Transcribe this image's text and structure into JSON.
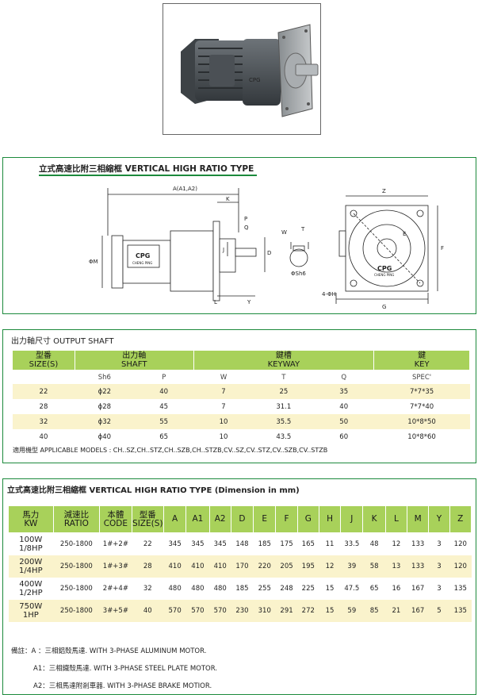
{
  "photo": {
    "brand_marking": "CPG"
  },
  "drawing": {
    "title": "立式高速比附三相縮框 VERTICAL HIGH RATIO TYPE",
    "labels": {
      "a": "A(A1,A2)",
      "k": "K",
      "p": "P",
      "q": "Q",
      "m": "ΦM",
      "j": "J",
      "d": "D",
      "l": "L",
      "y": "Y",
      "w": "W",
      "t": "T",
      "sh6": "ΦSh6",
      "z": "Z",
      "e": "E",
      "f": "F",
      "h": "4-ΦH",
      "g": "G",
      "logo": "CPG",
      "logo_sub": "CHENG PING"
    }
  },
  "shaft": {
    "title": "出力軸尺寸  OUTPUT SHAFT",
    "headers": {
      "size_zh": "型番",
      "size_en": "SIZE(S)",
      "shaft_zh": "出力軸",
      "shaft_en": "SHAFT",
      "keyway_zh": "鍵槽",
      "keyway_en": "KEYWAY",
      "key_zh": "鍵",
      "key_en": "KEY"
    },
    "subheaders": [
      "Sh6",
      "P",
      "W",
      "T",
      "Q",
      "SPEC'"
    ],
    "rows": [
      [
        "22",
        "ϕ22",
        "40",
        "7",
        "25",
        "35",
        "7*7*35"
      ],
      [
        "28",
        "ϕ28",
        "45",
        "7",
        "31.1",
        "40",
        "7*7*40"
      ],
      [
        "32",
        "ϕ32",
        "55",
        "10",
        "35.5",
        "50",
        "10*8*50"
      ],
      [
        "40",
        "ϕ40",
        "65",
        "10",
        "43.5",
        "60",
        "10*8*60"
      ]
    ],
    "applicable": "適用機型 APPLICABLE MODELS : CH..SZ,CH..STZ,CH..SZB,CH..STZB,CV..SZ,CV..STZ,CV..SZB,CV..STZB"
  },
  "dims": {
    "title": "立式高速比附三相縮框 VERTICAL HIGH RATIO TYPE (Dimension in mm)",
    "headers": [
      {
        "zh": "馬力",
        "en": "KW"
      },
      {
        "zh": "減速比",
        "en": "RATIO"
      },
      {
        "zh": "本體",
        "en": "CODE"
      },
      {
        "zh": "型番",
        "en": "SIZE(S)"
      },
      {
        "zh": "A",
        "en": ""
      },
      {
        "zh": "A1",
        "en": ""
      },
      {
        "zh": "A2",
        "en": ""
      },
      {
        "zh": "D",
        "en": ""
      },
      {
        "zh": "E",
        "en": ""
      },
      {
        "zh": "F",
        "en": ""
      },
      {
        "zh": "G",
        "en": ""
      },
      {
        "zh": "H",
        "en": ""
      },
      {
        "zh": "J",
        "en": ""
      },
      {
        "zh": "K",
        "en": ""
      },
      {
        "zh": "L",
        "en": ""
      },
      {
        "zh": "M",
        "en": ""
      },
      {
        "zh": "Y",
        "en": ""
      },
      {
        "zh": "Z",
        "en": ""
      }
    ],
    "rows": [
      {
        "kw": "100W",
        "hp": "1/8HP",
        "cells": [
          "250-1800",
          "1#+2#",
          "22",
          "345",
          "345",
          "345",
          "148",
          "185",
          "175",
          "165",
          "11",
          "33.5",
          "48",
          "12",
          "133",
          "3",
          "120"
        ]
      },
      {
        "kw": "200W",
        "hp": "1/4HP",
        "cells": [
          "250-1800",
          "1#+3#",
          "28",
          "410",
          "410",
          "410",
          "170",
          "220",
          "205",
          "195",
          "12",
          "39",
          "58",
          "13",
          "133",
          "3",
          "120"
        ]
      },
      {
        "kw": "400W",
        "hp": "1/2HP",
        "cells": [
          "250-1800",
          "2#+4#",
          "32",
          "480",
          "480",
          "480",
          "185",
          "255",
          "248",
          "225",
          "15",
          "47.5",
          "65",
          "16",
          "167",
          "3",
          "135"
        ]
      },
      {
        "kw": "750W",
        "hp": "1HP",
        "cells": [
          "250-1800",
          "3#+5#",
          "40",
          "570",
          "570",
          "570",
          "230",
          "310",
          "291",
          "272",
          "15",
          "59",
          "85",
          "21",
          "167",
          "5",
          "135"
        ]
      }
    ],
    "notes": [
      "備註：A  ：三相鋁殼馬達. WITH 3-PHASE ALUMINUM MOTOR.",
      "A1：三相鐵殼馬達. WITH 3-PHASE STEEL PLATE MOTOR.",
      "A2：三相馬達附剎車器. WITH 3-PHASE BRAKE MOTIOR."
    ]
  }
}
